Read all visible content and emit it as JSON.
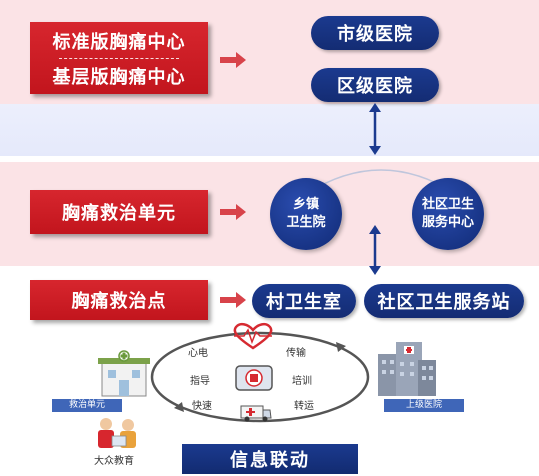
{
  "tiers": {
    "center": {
      "standard_label": "标准版胸痛中心",
      "basic_label": "基层版胸痛中心",
      "targets": [
        "市级医院",
        "区级医院"
      ]
    },
    "unit": {
      "label": "胸痛救治单元",
      "targets": [
        {
          "line1": "乡镇",
          "line2": "卫生院"
        },
        {
          "line1": "社区卫生",
          "line2": "服务中心"
        }
      ]
    },
    "point": {
      "label": "胸痛救治点",
      "targets": [
        "村卫生室",
        "社区卫生服务站"
      ]
    }
  },
  "cycle": {
    "labels": [
      "心电",
      "传输",
      "指导",
      "培训",
      "快速",
      "转运"
    ],
    "left_tag": "救治单元",
    "right_tag": "上级医院",
    "education_label": "大众教育"
  },
  "footer": {
    "label": "信息联动"
  },
  "colors": {
    "red": "#c81e25",
    "navy": "#152f7a",
    "pink_band": "#fbe3e6"
  }
}
